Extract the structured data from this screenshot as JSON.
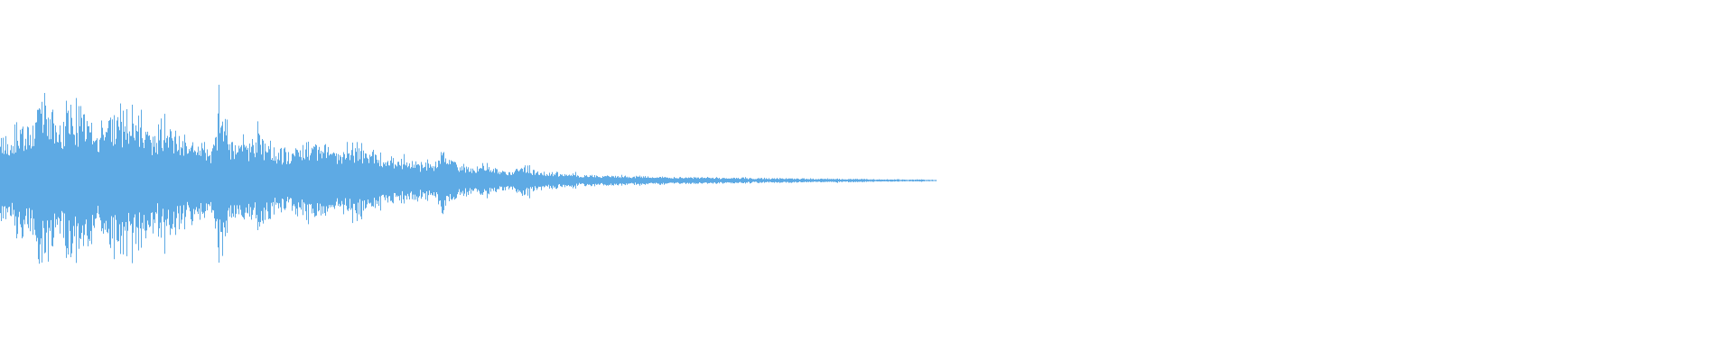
{
  "waveform": {
    "color": "#5eaae4",
    "background": "#ffffff",
    "duration_fraction_with_signal": 0.54,
    "envelope": {
      "description_free_values": true,
      "peaks": [
        [
          0.0,
          0.34
        ],
        [
          0.005,
          0.22
        ],
        [
          0.01,
          0.36
        ],
        [
          0.015,
          0.3
        ],
        [
          0.02,
          0.39
        ],
        [
          0.025,
          0.52
        ],
        [
          0.03,
          0.4
        ],
        [
          0.035,
          0.38
        ],
        [
          0.04,
          0.47
        ],
        [
          0.043,
          0.45
        ],
        [
          0.047,
          0.43
        ],
        [
          0.052,
          0.44
        ],
        [
          0.056,
          0.28
        ],
        [
          0.061,
          0.4
        ],
        [
          0.066,
          0.44
        ],
        [
          0.07,
          0.41
        ],
        [
          0.075,
          0.43
        ],
        [
          0.08,
          0.44
        ],
        [
          0.085,
          0.36
        ],
        [
          0.09,
          0.25
        ],
        [
          0.094,
          0.39
        ],
        [
          0.098,
          0.37
        ],
        [
          0.102,
          0.31
        ],
        [
          0.108,
          0.26
        ],
        [
          0.112,
          0.24
        ],
        [
          0.118,
          0.22
        ],
        [
          0.122,
          0.2
        ],
        [
          0.127,
          0.52
        ],
        [
          0.131,
          0.3
        ],
        [
          0.136,
          0.23
        ],
        [
          0.141,
          0.25
        ],
        [
          0.146,
          0.23
        ],
        [
          0.15,
          0.31
        ],
        [
          0.155,
          0.22
        ],
        [
          0.16,
          0.2
        ],
        [
          0.165,
          0.18
        ],
        [
          0.17,
          0.21
        ],
        [
          0.174,
          0.2
        ],
        [
          0.178,
          0.27
        ],
        [
          0.182,
          0.24
        ],
        [
          0.186,
          0.2
        ],
        [
          0.19,
          0.19
        ],
        [
          0.195,
          0.15
        ],
        [
          0.2,
          0.21
        ],
        [
          0.205,
          0.24
        ],
        [
          0.21,
          0.19
        ],
        [
          0.215,
          0.17
        ],
        [
          0.22,
          0.16
        ],
        [
          0.225,
          0.14
        ],
        [
          0.23,
          0.13
        ],
        [
          0.236,
          0.12
        ],
        [
          0.24,
          0.11
        ],
        [
          0.245,
          0.12
        ],
        [
          0.25,
          0.1
        ],
        [
          0.255,
          0.2
        ],
        [
          0.26,
          0.13
        ],
        [
          0.265,
          0.1
        ],
        [
          0.27,
          0.09
        ],
        [
          0.275,
          0.08
        ],
        [
          0.28,
          0.11
        ],
        [
          0.285,
          0.08
        ],
        [
          0.29,
          0.06
        ],
        [
          0.295,
          0.05
        ],
        [
          0.3,
          0.1
        ],
        [
          0.305,
          0.08
        ],
        [
          0.31,
          0.06
        ],
        [
          0.315,
          0.05
        ],
        [
          0.32,
          0.05
        ],
        [
          0.325,
          0.04
        ],
        [
          0.33,
          0.04
        ],
        [
          0.335,
          0.03
        ],
        [
          0.34,
          0.04
        ],
        [
          0.345,
          0.03
        ],
        [
          0.35,
          0.03
        ],
        [
          0.355,
          0.03
        ],
        [
          0.36,
          0.03
        ],
        [
          0.365,
          0.025
        ],
        [
          0.37,
          0.03
        ],
        [
          0.375,
          0.02
        ],
        [
          0.38,
          0.025
        ],
        [
          0.385,
          0.02
        ],
        [
          0.39,
          0.02
        ],
        [
          0.395,
          0.02
        ],
        [
          0.4,
          0.02
        ],
        [
          0.405,
          0.02
        ],
        [
          0.41,
          0.02
        ],
        [
          0.415,
          0.018
        ],
        [
          0.42,
          0.018
        ],
        [
          0.425,
          0.018
        ],
        [
          0.43,
          0.016
        ],
        [
          0.435,
          0.015
        ],
        [
          0.44,
          0.015
        ],
        [
          0.445,
          0.015
        ],
        [
          0.45,
          0.014
        ],
        [
          0.455,
          0.014
        ],
        [
          0.46,
          0.013
        ],
        [
          0.465,
          0.012
        ],
        [
          0.47,
          0.012
        ],
        [
          0.475,
          0.011
        ],
        [
          0.48,
          0.011
        ],
        [
          0.485,
          0.01
        ],
        [
          0.49,
          0.01
        ],
        [
          0.495,
          0.01
        ],
        [
          0.5,
          0.009
        ],
        [
          0.505,
          0.008
        ],
        [
          0.51,
          0.008
        ],
        [
          0.515,
          0.007
        ],
        [
          0.52,
          0.007
        ],
        [
          0.525,
          0.006
        ],
        [
          0.53,
          0.006
        ],
        [
          0.535,
          0.005
        ],
        [
          0.54,
          0.004
        ]
      ]
    }
  }
}
